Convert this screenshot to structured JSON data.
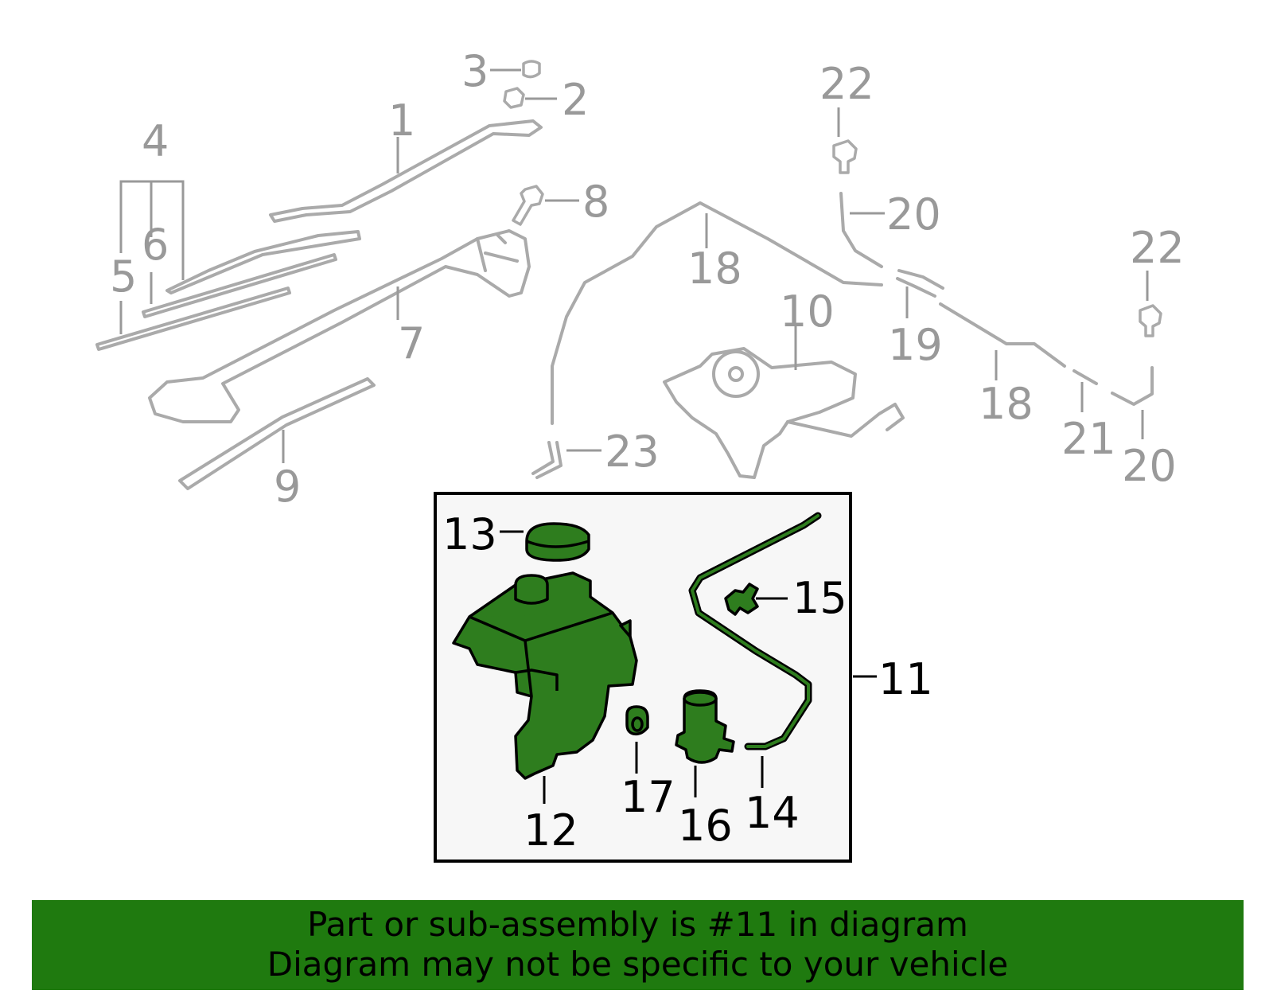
{
  "callouts": {
    "c1": "1",
    "c2": "2",
    "c3": "3",
    "c4": "4",
    "c5": "5",
    "c6": "6",
    "c7": "7",
    "c8": "8",
    "c9": "9",
    "c10": "10",
    "c11": "11",
    "c12": "12",
    "c13": "13",
    "c14": "14",
    "c15": "15",
    "c16": "16",
    "c17": "17",
    "c18a": "18",
    "c18b": "18",
    "c19": "19",
    "c20a": "20",
    "c20b": "20",
    "c21": "21",
    "c22a": "22",
    "c22b": "22",
    "c23": "23"
  },
  "highlighted_part": "11",
  "colors": {
    "highlight_green": "#2e7d1e",
    "banner_green": "#1f7a0f",
    "grey_parts": "#aaaaaa",
    "inset_box_bg": "#f7f7f7"
  },
  "banner": {
    "line1": "Part or sub-assembly is #11 in diagram",
    "line2": "Diagram may not be specific to your vehicle"
  }
}
